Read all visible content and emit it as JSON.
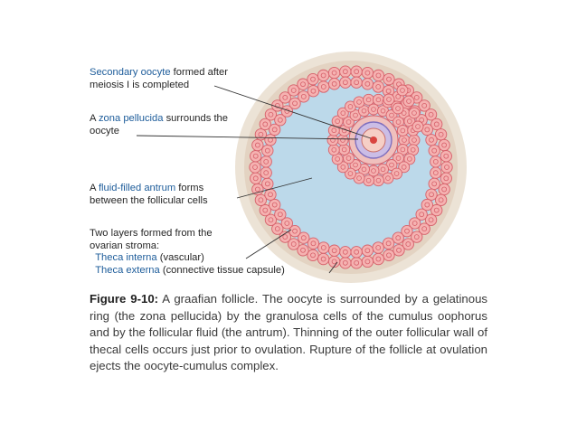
{
  "labels": {
    "oocyte": {
      "pre": "",
      "highlight": "Secondary oocyte",
      "post": " formed after",
      "line2": "meiosis I is completed"
    },
    "zona": {
      "pre": "A ",
      "highlight": "zona pellucida",
      "post": " surrounds the",
      "line2": "oocyte"
    },
    "antrum": {
      "pre": "A ",
      "highlight": "fluid-filled antrum",
      "post": " forms",
      "line2": "between the follicular cells"
    },
    "theca": {
      "line1": "Two layers formed from the",
      "line2": "ovarian stroma:",
      "interna_highlight": "Theca interna",
      "interna_rest": " (vascular)",
      "externa_highlight": "Theca externa",
      "externa_rest": " (connective tissue capsule)"
    }
  },
  "caption": {
    "figure_label": "Figure 9-10:",
    "text": " A graafian follicle. The oocyte is surrounded by a gelatinous ring (the zona pellucida) by the granulosa cells of the cumulus oophorus and by the follicular fluid (the antrum). Thinning of the outer follicular wall of thecal cells occurs just prior to ovulation. Rupture of the follicle at ovulation ejects the oocyte-cumulus complex."
  },
  "colors": {
    "capsule": "#ece3d6",
    "theca_interna": "#dcc8b6",
    "antrum": "#bcd9ea",
    "cell_fill": "#f5b2b1",
    "cell_stroke": "#d6606a",
    "zona": "#cbbde6",
    "zona_ring": "#7f6fbe",
    "nucleus": "#d9443f",
    "highlight_text": "#1d5c9a"
  }
}
